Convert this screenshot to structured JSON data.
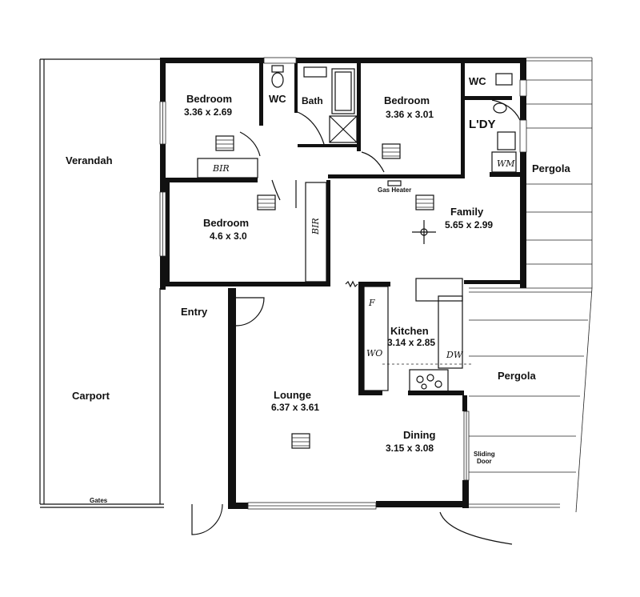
{
  "rooms": {
    "verandah": {
      "name": "Verandah"
    },
    "carport": {
      "name": "Carport"
    },
    "gates": {
      "name": "Gates"
    },
    "bedroom1": {
      "name": "Bedroom",
      "size": "3.36 x 2.69"
    },
    "bedroom2": {
      "name": "Bedroom",
      "size": "3.36 x 3.01"
    },
    "bedroom3": {
      "name": "Bedroom",
      "size": "4.6 x 3.0"
    },
    "wc_main": {
      "name": "WC"
    },
    "bath": {
      "name": "Bath"
    },
    "wc_laundry": {
      "name": "WC"
    },
    "laundry": {
      "name": "L'DY"
    },
    "washing_machine": {
      "name": "WM"
    },
    "pergola_top": {
      "name": "Pergola"
    },
    "family": {
      "name": "Family",
      "size": "5.65 x 2.99"
    },
    "gas_heater": {
      "name": "Gas Heater"
    },
    "entry": {
      "name": "Entry"
    },
    "kitchen": {
      "name": "Kitchen",
      "size": "3.14 x 2.85"
    },
    "fridge": {
      "name": "F"
    },
    "wall_oven": {
      "name": "WO"
    },
    "dishwasher": {
      "name": "DW"
    },
    "pergola_bottom": {
      "name": "Pergola"
    },
    "lounge": {
      "name": "Lounge",
      "size": "6.37 x 3.61"
    },
    "dining": {
      "name": "Dining",
      "size": "3.15 x 3.08"
    },
    "sliding_door": {
      "line1": "Sliding",
      "line2": "Door"
    },
    "bir1": {
      "name": "BIR"
    },
    "bir2": {
      "name": "BIR"
    }
  }
}
